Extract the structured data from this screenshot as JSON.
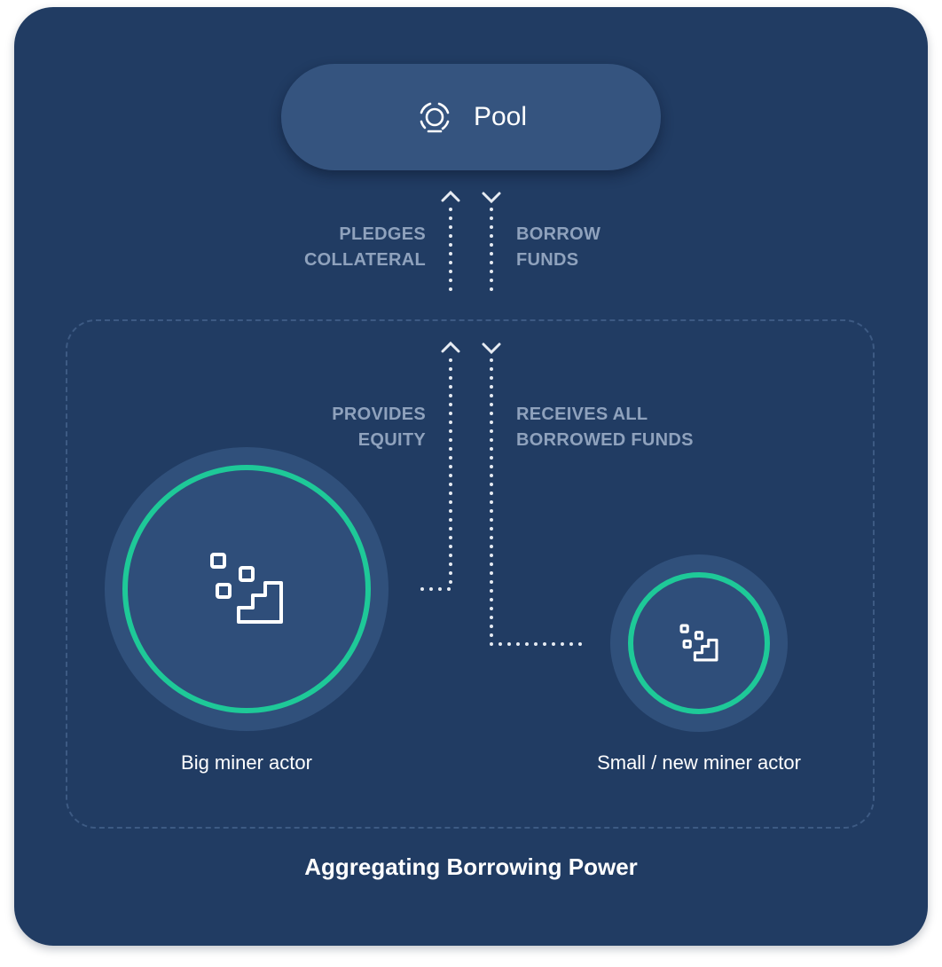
{
  "pool": {
    "label": "Pool",
    "icon": "pool-icon"
  },
  "flows": {
    "pledges_collateral": [
      "PLEDGES",
      "COLLATERAL"
    ],
    "borrow_funds": [
      "BORROW",
      "FUNDS"
    ],
    "provides_equity": [
      "PROVIDES",
      "EQUITY"
    ],
    "receives_all_borrowed_funds": [
      "RECEIVES ALL",
      "BORROWED FUNDS"
    ]
  },
  "miners": {
    "big": {
      "label": "Big miner actor",
      "icon": "miner-blocks-icon"
    },
    "small": {
      "label": "Small / new miner actor",
      "icon": "miner-blocks-icon"
    }
  },
  "footer": {
    "title": "Aggregating Borrowing Power"
  },
  "colors": {
    "background": "#213c63",
    "pool_fill": "#35547f",
    "ring": "#1ec998",
    "label": "#8fa2bd",
    "dots": "#e6ebf2"
  }
}
